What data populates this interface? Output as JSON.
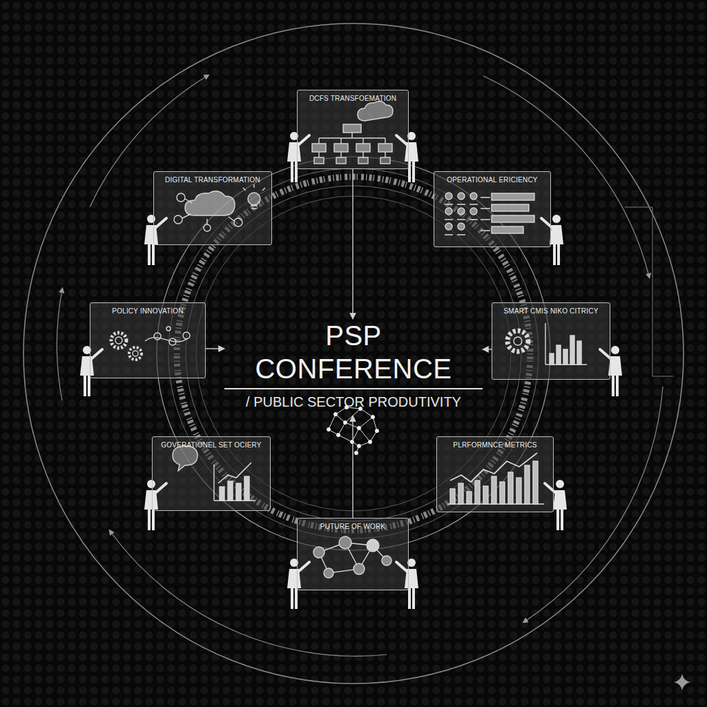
{
  "diagram": {
    "nodes": [
      {
        "text": [
          "PSP CONFERENCE",
          "/ PUBLIC SECTOR PRODUTIVITY"
        ]
      },
      {
        "text": [
          "DCFS TRANSFOEMATION"
        ]
      },
      {
        "text": [
          "DIGITAL TRANSFORMATION"
        ]
      },
      {
        "text": [
          "OPERATIONAL ERICIENCY"
        ]
      },
      {
        "text": [
          "POLICY INNOVATION"
        ]
      },
      {
        "text": [
          "SMART CMIS NIKO CITRICY"
        ]
      },
      {
        "text": [
          "GOVERATIONEL SET OCIERY"
        ]
      },
      {
        "text": [
          "PLRFORMNCE METRICS"
        ]
      },
      {
        "text": [
          "PUTURE OF WORK"
        ]
      }
    ],
    "edges": [
      {
        "from": 1,
        "to": 0,
        "arrow": "to"
      },
      {
        "from": 4,
        "to": 0,
        "arrow": "to"
      },
      {
        "from": 5,
        "to": 0,
        "arrow": "to"
      },
      {
        "from": 8,
        "to": 0,
        "arrow": "to"
      }
    ]
  }
}
